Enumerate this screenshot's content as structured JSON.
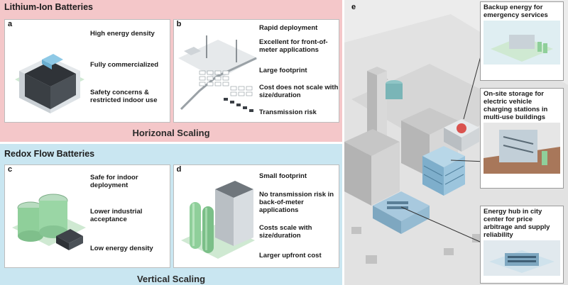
{
  "lithium_ion": {
    "title": "Lithium-Ion Batteries",
    "scaling": "Horizonal Scaling",
    "panel_a": {
      "tag": "a",
      "points": [
        "High energy density",
        "Fully commercialized",
        "Safety concerns & restricted indoor use"
      ]
    },
    "panel_b": {
      "tag": "b",
      "points": [
        "Rapid deployment",
        "Excellent for front-of-meter applications",
        "Large footprint",
        "Cost does not scale with size/duration",
        "Transmission risk"
      ]
    }
  },
  "redox_flow": {
    "title": "Redox Flow Batteries",
    "scaling": "Vertical Scaling",
    "panel_c": {
      "tag": "c",
      "points": [
        "Safe for indoor deployment",
        "Lower industrial acceptance",
        "Low energy density"
      ]
    },
    "panel_d": {
      "tag": "d",
      "points": [
        "Small footprint",
        "No transmission risk in back-of-meter applications",
        "Costs scale with size/duration",
        "Larger upfront cost"
      ]
    }
  },
  "city_panel": {
    "tag": "e",
    "callouts": [
      "Backup energy for emergency services",
      "On-site storage for electric vehicle charging stations in multi-use buildings",
      "Energy hub in city center for price arbitrage and supply reliability"
    ]
  },
  "colors": {
    "lithium_bg": "#f4c7c9",
    "redox_bg": "#c9e6f1",
    "battery_green": "#8fcf9a",
    "accent_red": "#d9534f"
  }
}
